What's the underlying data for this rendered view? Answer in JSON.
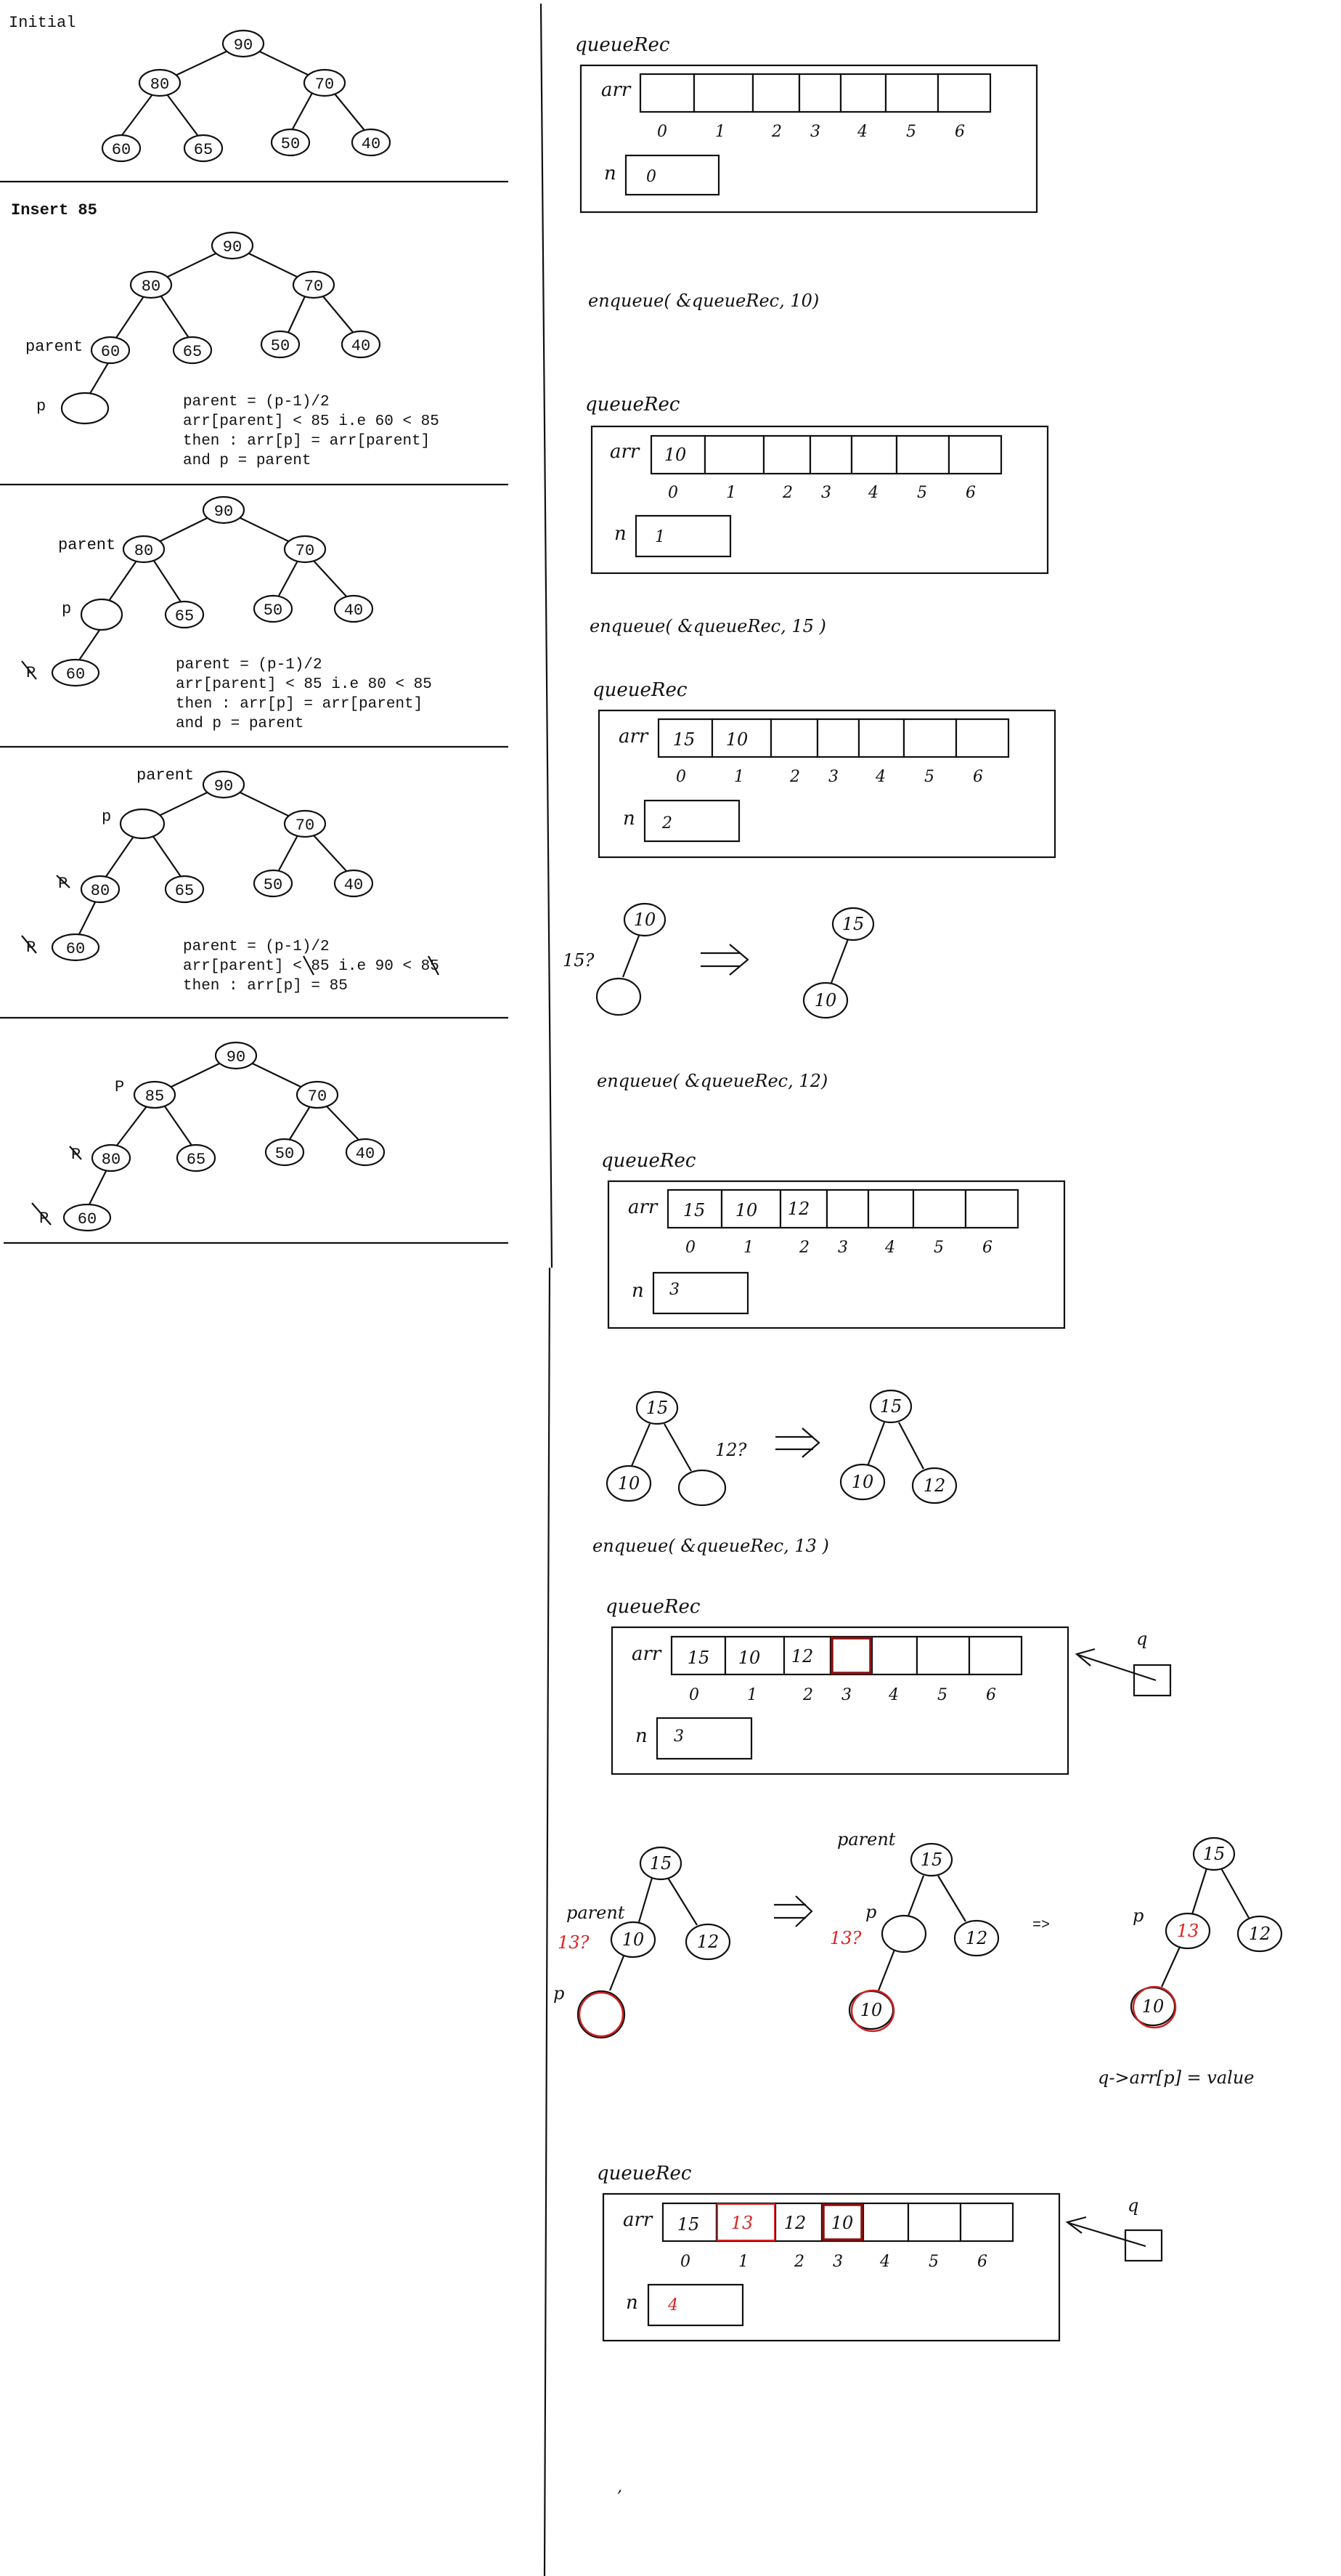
{
  "left": {
    "initial": {
      "title": "Initial",
      "nodes": [
        "90",
        "80",
        "70",
        "60",
        "65",
        "50",
        "40"
      ]
    },
    "insert85": {
      "title": "Insert 85",
      "nodes": [
        "90",
        "80",
        "70",
        "60",
        "65",
        "50",
        "40"
      ],
      "parent_label": "parent",
      "p_label": "p",
      "code": [
        "parent = (p-1)/2",
        "arr[parent] < 85 i.e 60 < 85",
        "then :  arr[p] = arr[parent]",
        "and p = parent"
      ]
    },
    "step2": {
      "nodes": [
        "90",
        "80",
        "65",
        "70",
        "50",
        "40",
        "60"
      ],
      "parent_label": "parent",
      "p_label": "p",
      "p_struck": "P",
      "code": [
        "parent = (p-1)/2",
        "arr[parent] < 85 i.e 80 < 85",
        "then :  arr[p] = arr[parent]",
        "and p = parent"
      ]
    },
    "step3": {
      "nodes": [
        "90",
        "70",
        "80",
        "65",
        "50",
        "40",
        "60"
      ],
      "parent_label": "parent",
      "p_label": "p",
      "p_struck_1": "P",
      "p_struck_2": "P",
      "code": [
        "parent = (p-1)/2",
        "arr[parent] < 85 i.e 90 < 85",
        "then :  arr[p] = 85"
      ]
    },
    "final": {
      "nodes": [
        "90",
        "85",
        "70",
        "80",
        "65",
        "50",
        "40",
        "60"
      ],
      "p_label": "P",
      "p_struck_1": "P",
      "p_struck_2": "P"
    }
  },
  "right": {
    "struct_label": "queueRec",
    "arr_label": "arr",
    "n_label": "n",
    "indices": [
      "0",
      "1",
      "2",
      "3",
      "4",
      "5",
      "6"
    ],
    "q1": {
      "cells": [
        "",
        "",
        "",
        "",
        "",
        "",
        ""
      ],
      "n": "0"
    },
    "call1": "enqueue( &queueRec, 10)",
    "q2": {
      "cells": [
        "10",
        "",
        "",
        "",
        "",
        "",
        ""
      ],
      "n": "1"
    },
    "call2": "enqueue( &queueRec, 15 )",
    "q3": {
      "cells": [
        "15",
        "10",
        "",
        "",
        "",
        "",
        ""
      ],
      "n": "2"
    },
    "tree15": {
      "top": "10",
      "question": "15?",
      "after_top": "15",
      "after_child": "10"
    },
    "call3": "enqueue( &queueRec, 12)",
    "q4": {
      "cells": [
        "15",
        "10",
        "12",
        "",
        "",
        "",
        ""
      ],
      "n": "3"
    },
    "tree12": {
      "top": "15",
      "left": "10",
      "question": "12?",
      "after_top": "15",
      "after_left": "10",
      "after_right": "12"
    },
    "call4": "enqueue( &queueRec, 13 )",
    "q5": {
      "cells": [
        "15",
        "10",
        "12",
        "",
        "",
        "",
        ""
      ],
      "n": "3",
      "q_label": "q"
    },
    "tree13": {
      "a_top": "15",
      "a_left": "10",
      "a_right": "12",
      "a_parent": "parent",
      "a_question": "13?",
      "a_p": "p",
      "b_top": "15",
      "b_right": "12",
      "b_child": "10",
      "b_parent": "parent",
      "b_question": "13?",
      "b_p": "p",
      "implies": "=>",
      "c_top": "15",
      "c_left": "13",
      "c_right": "12",
      "c_child": "10",
      "c_p": "p",
      "assign": "q->arr[p] = value"
    },
    "q6": {
      "cells": [
        "15",
        "13",
        "12",
        "10",
        "",
        "",
        ""
      ],
      "n": "4",
      "q_label": "q"
    },
    "stray": "‚"
  }
}
